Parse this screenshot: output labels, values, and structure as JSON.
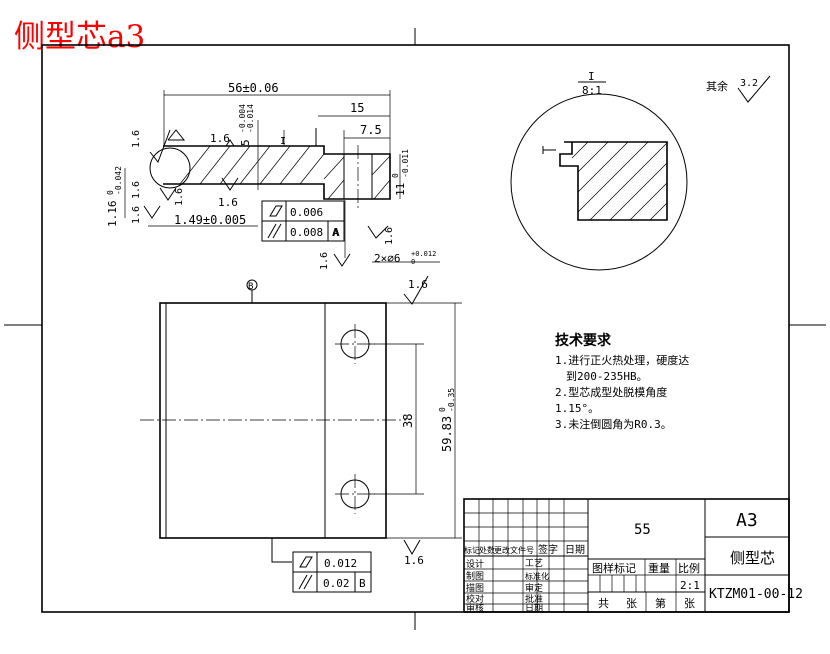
{
  "title": "侧型芯a3",
  "theme": {
    "title_color": "#ff0000",
    "line_color": "#000000",
    "background": "#ffffff"
  },
  "section_view": {
    "dim_overall_length": "56±0.06",
    "dim_15": "15",
    "dim_7_5": "7.5",
    "dim_thickness": "5",
    "dim_thickness_tol_up": "-0.004",
    "dim_thickness_tol_dn": "-0.014",
    "dim_step": "1.16",
    "dim_step_tol_up": "0",
    "dim_step_tol_dn": "-0.042",
    "dim_height": "11",
    "dim_height_tol_up": "0",
    "dim_height_tol_dn": "-0.011",
    "dim_offset": "1.49±0.005",
    "dim_hole": "2×∅6",
    "dim_hole_tol": "+0.012",
    "dim_hole_tol_zero": "0",
    "detail_marker": "I",
    "datum_a": "A",
    "roughness_values": [
      "1.6",
      "1.6",
      "1.6",
      "1.6",
      "1.6",
      "1.6",
      "1.6",
      "1.6"
    ]
  },
  "tolerance_frames": [
    {
      "symbol": "flatness",
      "value": "0.006",
      "datum": ""
    },
    {
      "symbol": "parallelism",
      "value": "0.008",
      "datum": "A"
    },
    {
      "symbol": "flatness",
      "value": "0.012",
      "datum": ""
    },
    {
      "symbol": "parallelism",
      "value": "0.02",
      "datum": "B"
    }
  ],
  "detail_view": {
    "label": "I",
    "scale": "8:1"
  },
  "surface_note": {
    "label": "其余",
    "value": "3.2"
  },
  "top_view": {
    "datum_b": "B",
    "roughness_top": "1.6",
    "roughness_bottom": "1.6",
    "dim_hole_spacing": "38",
    "dim_width": "59.83",
    "dim_width_tol_up": "0",
    "dim_width_tol_dn": "-0.35"
  },
  "tech_requirements": {
    "heading": "技术要求",
    "items": [
      "1.进行正火热处理，硬度达",
      "到200-235HB。",
      "2.型芯成型处脱模角度",
      "1.15°。",
      "3.未注倒圆角为R0.3。"
    ]
  },
  "title_block": {
    "sheet_size": "A3",
    "part_name": "侧型芯",
    "drawing_no": "KTZM01-00-12",
    "number": "55",
    "scale": "2:1",
    "col_headers": [
      "标记",
      "处数",
      "更改文件号",
      "签字",
      "日期"
    ],
    "row_labels": [
      "设计",
      "制图",
      "描图",
      "校对",
      "审核"
    ],
    "right_labels": [
      "工艺",
      "标准化",
      "审定",
      "批准",
      "日期"
    ],
    "header_cells": [
      "图样标记",
      "重量",
      "比例"
    ],
    "sheet_labels": [
      "共",
      "张",
      "第",
      "张"
    ]
  }
}
